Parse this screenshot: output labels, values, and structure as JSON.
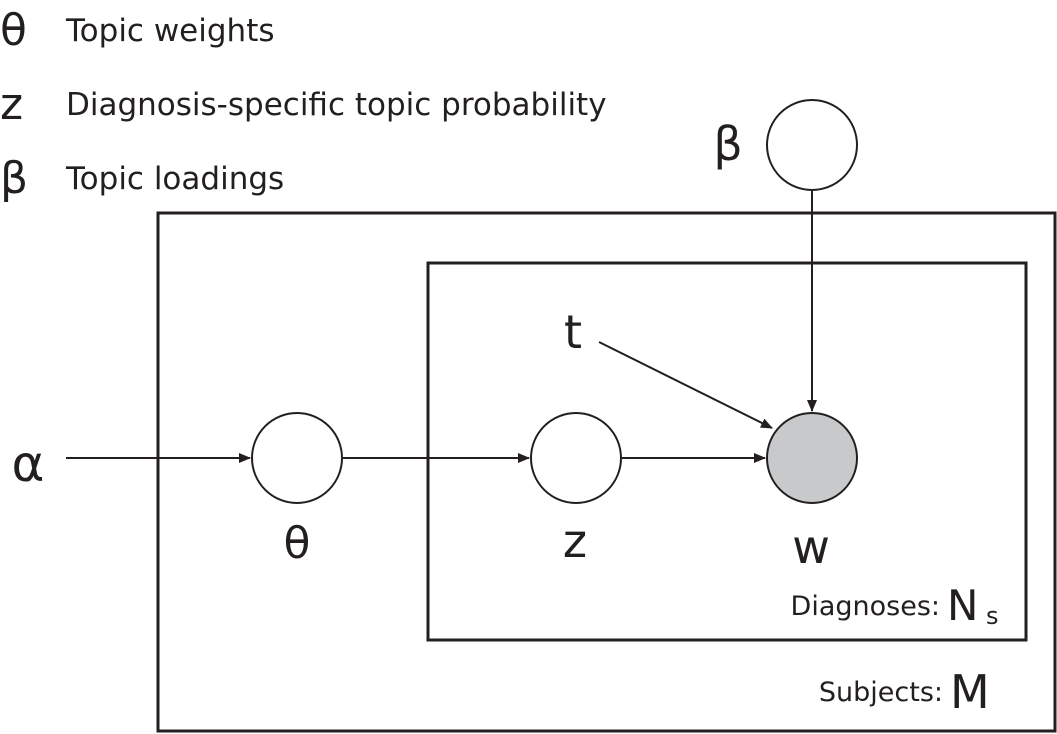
{
  "legend": [
    {
      "symbol": "θ",
      "text": "Topic weights"
    },
    {
      "symbol": "z",
      "text": "Diagnosis-specific topic probability"
    },
    {
      "symbol": "β",
      "text": "Topic loadings"
    }
  ],
  "nodes": {
    "alpha": {
      "label": "α"
    },
    "theta": {
      "label": "θ",
      "observed": false
    },
    "z": {
      "label": "z",
      "observed": false
    },
    "w": {
      "label": "w",
      "observed": true
    },
    "beta": {
      "label": "β",
      "observed": false
    },
    "t": {
      "label": "t"
    }
  },
  "plates": {
    "subjects": {
      "label": "Subjects:",
      "symbol": "M"
    },
    "diagnoses": {
      "label": "Diagnoses:",
      "symbol": "N",
      "subscript": "s"
    }
  },
  "edges": [
    {
      "from": "alpha",
      "to": "theta"
    },
    {
      "from": "theta",
      "to": "z"
    },
    {
      "from": "z",
      "to": "w"
    },
    {
      "from": "t",
      "to": "w"
    },
    {
      "from": "beta",
      "to": "w"
    }
  ],
  "colors": {
    "stroke": "#231f20",
    "observed_fill": "#c8c9ca",
    "node_fill": "#ffffff"
  }
}
